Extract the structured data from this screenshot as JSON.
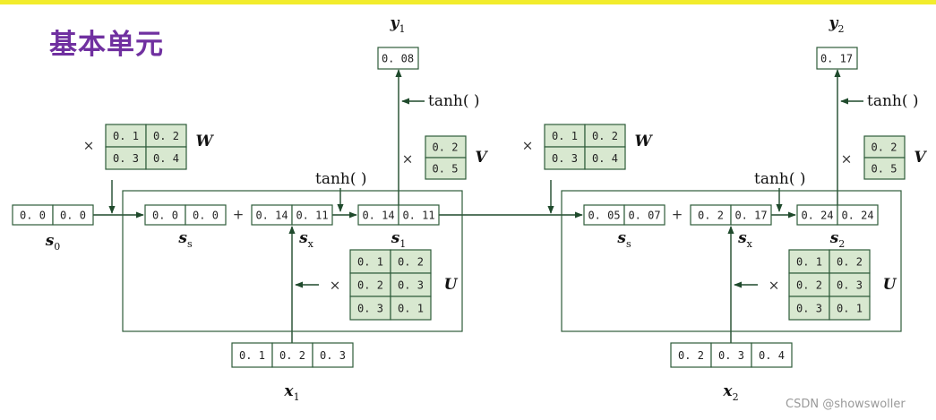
{
  "title": "基本单元",
  "watermark": "CSDN @showswoller",
  "ops": {
    "times": "×",
    "plus": "+",
    "tanh": "tanh( )"
  },
  "left": {
    "s_prev": {
      "label": "s",
      "sub": "0",
      "values": [
        "0. 0",
        "0. 0"
      ]
    },
    "W": {
      "label": "W",
      "values": [
        "0. 1",
        "0. 2",
        "0. 3",
        "0. 4"
      ]
    },
    "ss": {
      "label": "s",
      "sub": "s",
      "values": [
        "0. 0",
        "0. 0"
      ]
    },
    "sx": {
      "label": "s",
      "sub": "x",
      "values": [
        "0. 14",
        "0. 11"
      ]
    },
    "s": {
      "label": "s",
      "sub": "1",
      "values": [
        "0. 14",
        "0. 11"
      ]
    },
    "V": {
      "label": "V",
      "values": [
        "0. 2",
        "0. 5"
      ]
    },
    "y": {
      "label": "y",
      "sub": "1",
      "value": "0. 08"
    },
    "U": {
      "label": "U",
      "values": [
        "0. 1",
        "0. 2",
        "0. 2",
        "0. 3",
        "0. 3",
        "0. 1"
      ]
    },
    "x": {
      "label": "x",
      "sub": "1",
      "values": [
        "0. 1",
        "0. 2",
        "0. 3"
      ]
    }
  },
  "right": {
    "W": {
      "label": "W",
      "values": [
        "0. 1",
        "0. 2",
        "0. 3",
        "0. 4"
      ]
    },
    "ss": {
      "label": "s",
      "sub": "s",
      "values": [
        "0. 05",
        "0. 07"
      ]
    },
    "sx": {
      "label": "s",
      "sub": "x",
      "values": [
        "0. 2",
        "0. 17"
      ]
    },
    "s": {
      "label": "s",
      "sub": "2",
      "values": [
        "0. 24",
        "0. 24"
      ]
    },
    "V": {
      "label": "V",
      "values": [
        "0. 2",
        "0. 5"
      ]
    },
    "y": {
      "label": "y",
      "sub": "2",
      "value": "0. 17"
    },
    "U": {
      "label": "U",
      "values": [
        "0. 1",
        "0. 2",
        "0. 2",
        "0. 3",
        "0. 3",
        "0. 1"
      ]
    },
    "x": {
      "label": "x",
      "sub": "2",
      "values": [
        "0. 2",
        "0. 3",
        "0. 4"
      ]
    }
  }
}
